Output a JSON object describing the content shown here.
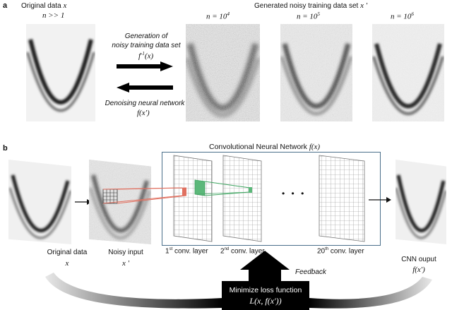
{
  "part_a": {
    "label": "a",
    "original_title": "Original data",
    "original_var": "x",
    "original_n": "n >> 1",
    "generated_title": "Generated noisy training data set",
    "generated_var": "x '",
    "noisy_panels": [
      {
        "n_label": "n = 10",
        "exponent": "4"
      },
      {
        "n_label": "n = 10",
        "exponent": "5"
      },
      {
        "n_label": "n = 10",
        "exponent": "6"
      }
    ],
    "forward_arrow_text_1": "Generation of",
    "forward_arrow_text_2": "noisy training data set",
    "forward_fn": "f",
    "forward_fn_sup": "-1",
    "forward_fn_arg": "(x)",
    "backward_arrow_text": "Denoising neural network",
    "backward_fn": "f(x')"
  },
  "part_b": {
    "label": "b",
    "cnn_title": "Convolutional Neural Network",
    "cnn_fn": "f(x)",
    "original_label": "Original data",
    "original_var": "x",
    "noisy_label": "Noisy input",
    "noisy_var": "x '",
    "layer1": {
      "num": "1",
      "sup": "st",
      "text": " conv. layer"
    },
    "layer2": {
      "num": "2",
      "sup": "nd",
      "text": " conv. layer"
    },
    "layer20": {
      "num": "20",
      "sup": "th",
      "text": " conv. layer"
    },
    "ellipsis": "• • •",
    "output_label": "CNN ouput",
    "output_var": "f(x')",
    "feedback_label": "Feedback",
    "loss_title": "Minimize loss function",
    "loss_fn": "L(x, f(x'))"
  }
}
